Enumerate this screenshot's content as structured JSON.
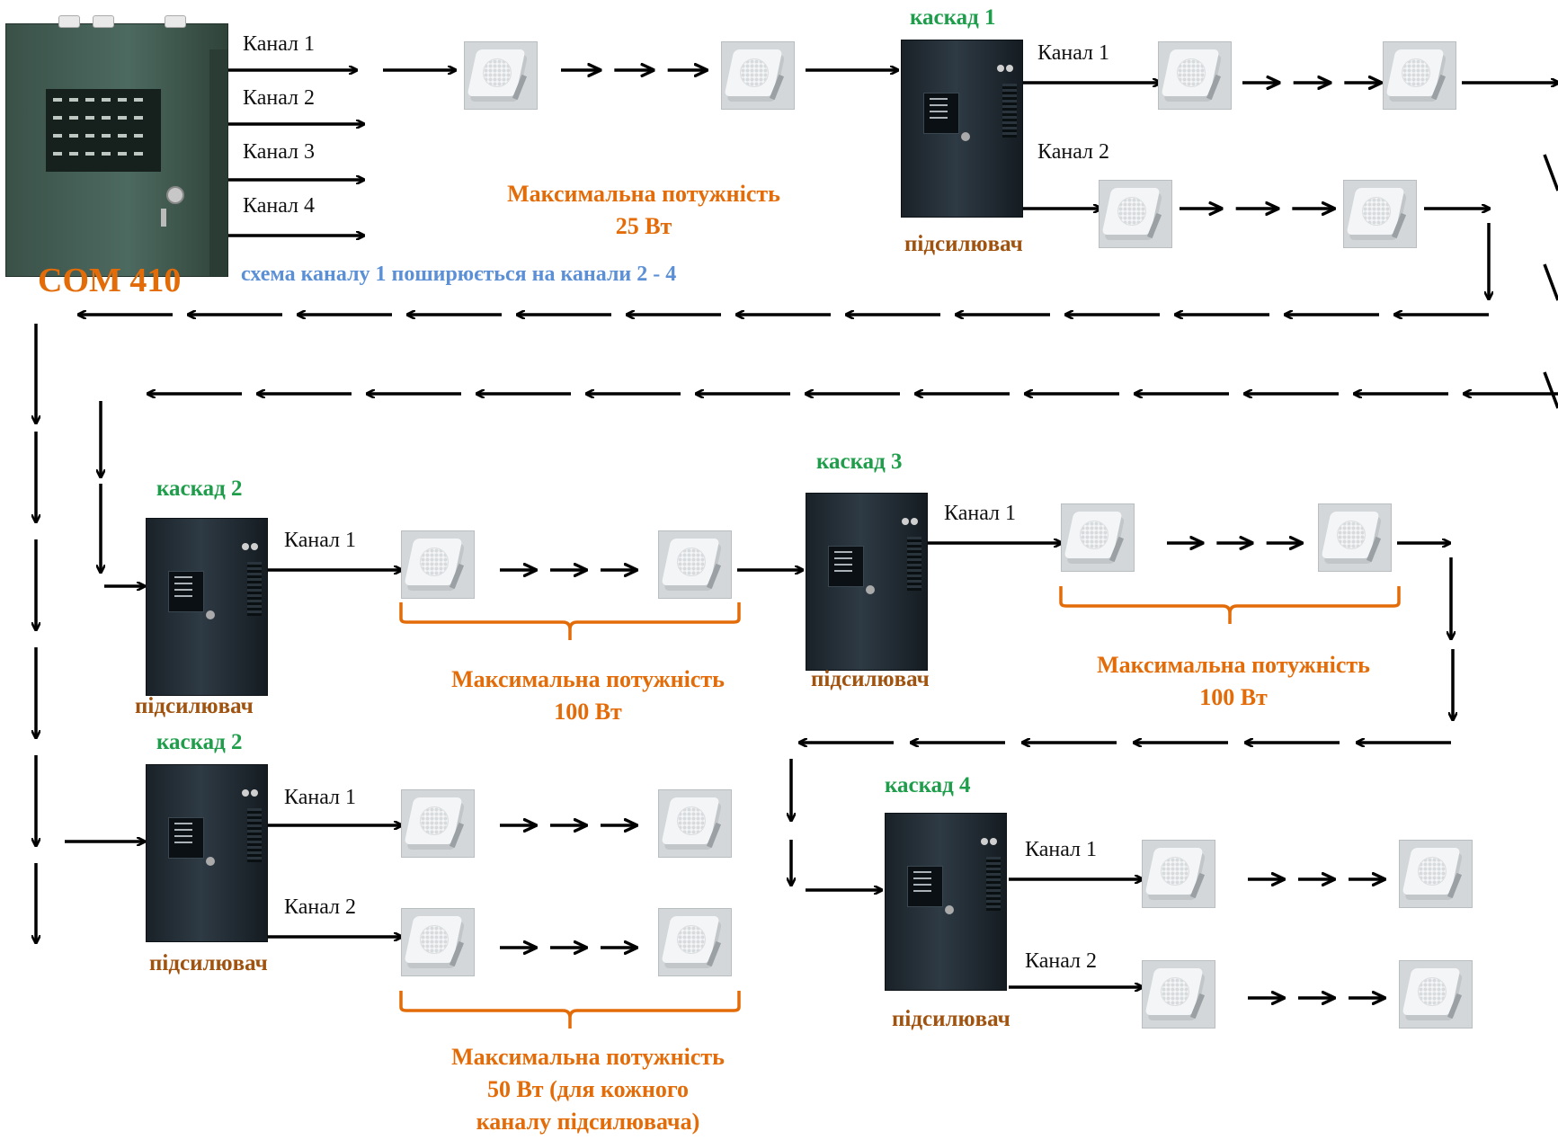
{
  "channel_labels": {
    "ch1": "Канал 1",
    "ch2": "Канал 2",
    "ch3": "Канал 3",
    "ch4": "Канал 4"
  },
  "com_label": "COM 410",
  "scheme_note": "схема каналу 1 поширюється на канали 2 - 4",
  "amplifier_label": "підсилювач",
  "cascades": {
    "c1": "каскад 1",
    "c2": "каскад 2",
    "c3": "каскад 3",
    "c4": "каскад 4"
  },
  "power_notes": {
    "p25_line1": "Максимальна потужність",
    "p25_line2": "25 Вт",
    "p100_line1": "Максимальна потужність",
    "p100_line2": "100 Вт",
    "p50_line1": "Максимальна потужність",
    "p50_line2": "50 Вт (для кожного",
    "p50_line3": "каналу підсилювача)"
  },
  "colors": {
    "arrow": "#000000",
    "brace": "#E36C09",
    "cascade_text": "#1E9E4A",
    "amplifier_text": "#A0520F",
    "note_text": "#5B8FD6",
    "power_text": "#E36C09"
  }
}
